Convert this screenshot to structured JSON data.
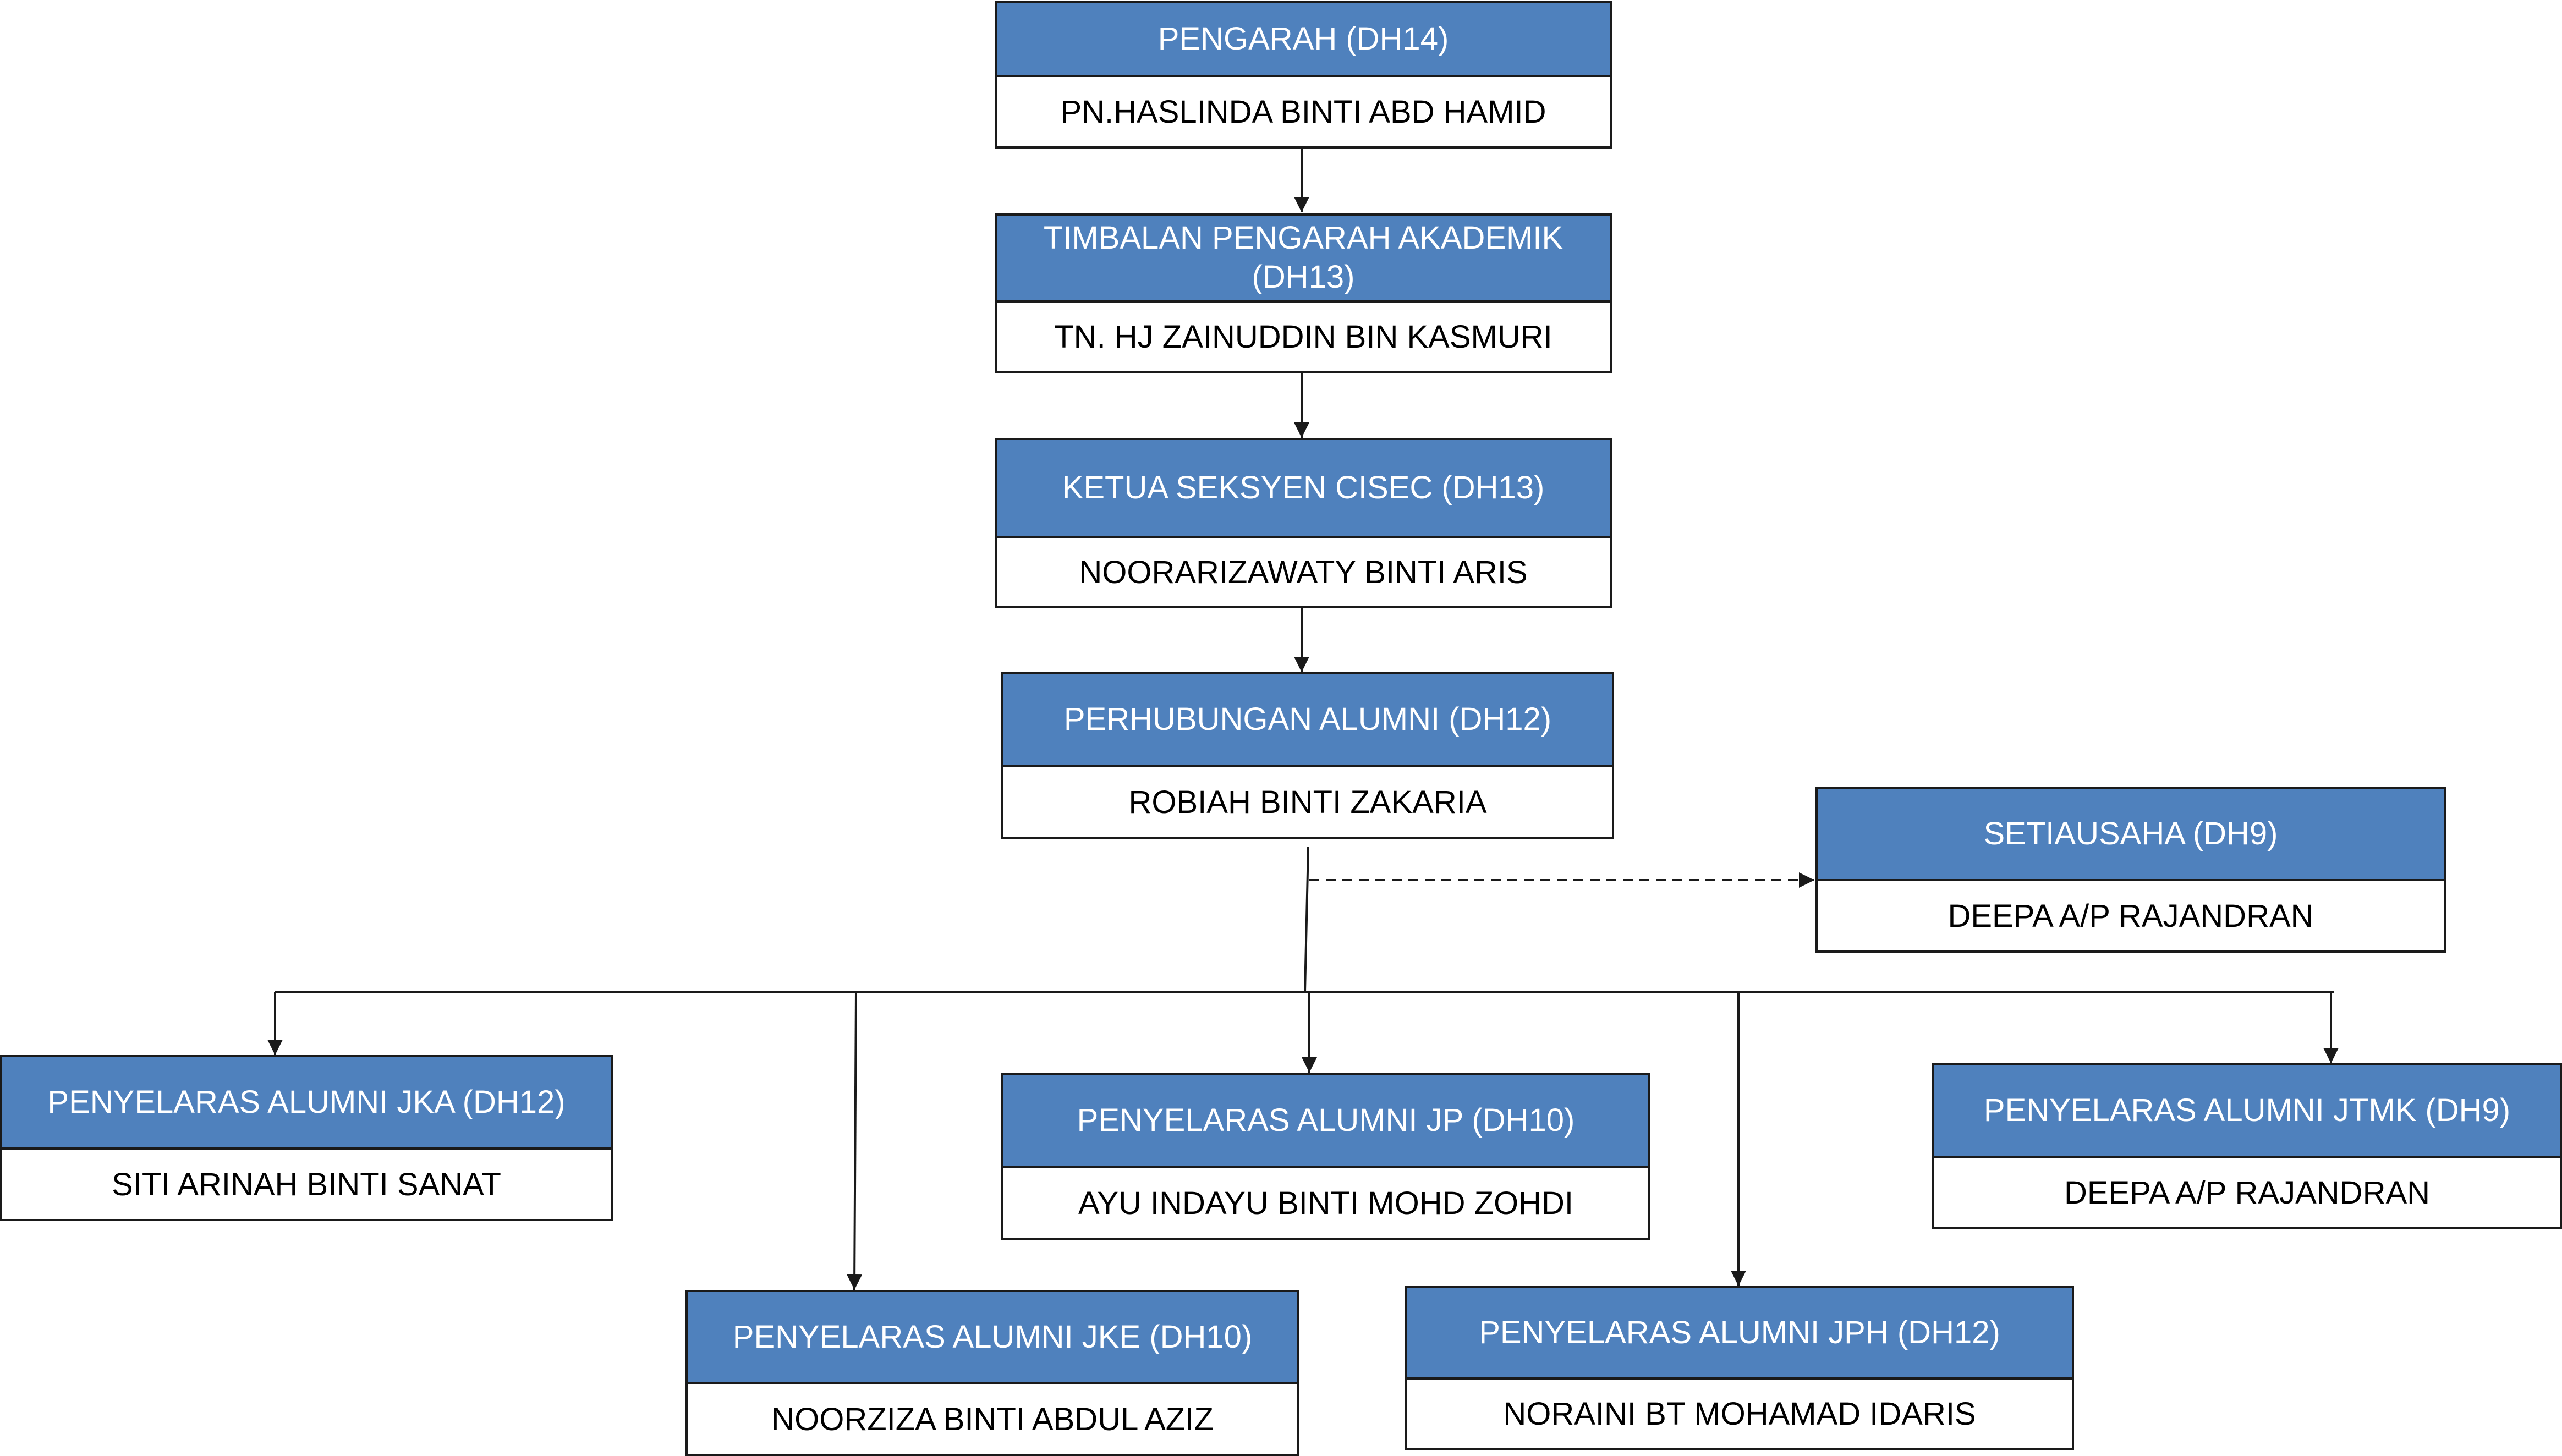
{
  "nodes": {
    "pengarah": {
      "title": "PENGARAH (DH14)",
      "name": "PN.HASLINDA BINTI ABD HAMID"
    },
    "timbalan": {
      "title": "TIMBALAN PENGARAH AKADEMIK (DH13)",
      "name": "TN. HJ ZAINUDDIN BIN KASMURI"
    },
    "ketua": {
      "title": "KETUA SEKSYEN CISEC (DH13)",
      "name": "NOORARIZAWATY BINTI ARIS"
    },
    "perhubungan": {
      "title": "PERHUBUNGAN ALUMNI (DH12)",
      "name": "ROBIAH BINTI ZAKARIA"
    },
    "setiausaha": {
      "title": "SETIAUSAHA (DH9)",
      "name": "DEEPA A/P RAJANDRAN"
    },
    "jka": {
      "title": "PENYELARAS ALUMNI JKA (DH12)",
      "name": "SITI ARINAH BINTI SANAT"
    },
    "jke": {
      "title": "PENYELARAS ALUMNI JKE (DH10)",
      "name": "NOORZIZA BINTI ABDUL AZIZ"
    },
    "jp": {
      "title": "PENYELARAS ALUMNI JP (DH10)",
      "name": "AYU INDAYU BINTI MOHD ZOHDI"
    },
    "jph": {
      "title": "PENYELARAS ALUMNI JPH (DH12)",
      "name": "NORAINI BT MOHAMAD IDARIS"
    },
    "jtmk": {
      "title": "PENYELARAS ALUMNI JTMK (DH9)",
      "name": "DEEPA A/P RAJANDRAN"
    }
  }
}
